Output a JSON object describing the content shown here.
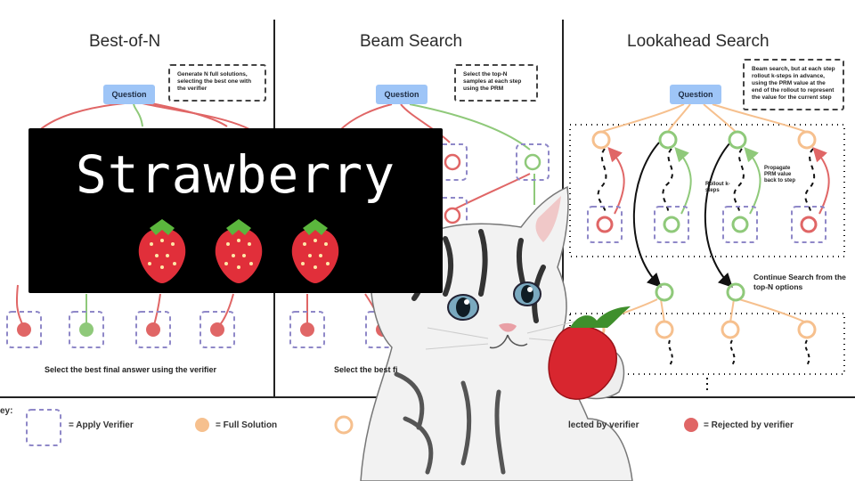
{
  "panels": [
    {
      "title": "Best-of-N",
      "note": "Generate N full solutions, selecting the best one with the verifier",
      "question": "Question",
      "bottom": "Select the best final answer using the verifier"
    },
    {
      "title": "Beam Search",
      "note": "Select the top-N samples at each step using the PRM",
      "question": "Question",
      "bottom": "Select the best fi"
    },
    {
      "title": "Lookahead Search",
      "note": "Beam search, but at each step rollout k-steps in advance, using the PRM value at the end of the rollout to represent the value for the current step",
      "question": "Question",
      "rollout": "Rollout k-steps",
      "propagate": "Propagate PRM value back to step",
      "continue": "Continue Search from the top-N options"
    }
  ],
  "key": {
    "prefix": "ey:",
    "apply_verifier": "= Apply Verifier",
    "full_solution": "= Full Solution",
    "selected": "lected by verifier",
    "rejected": "= Rejected by verifier"
  },
  "banner": {
    "title": "Strawberry",
    "emoji_count": 3
  },
  "colors": {
    "red": "#e06666",
    "green": "#8fc97a",
    "orange": "#f6c08e",
    "purple": "#8f88c8",
    "blue": "#9ec5f7"
  }
}
